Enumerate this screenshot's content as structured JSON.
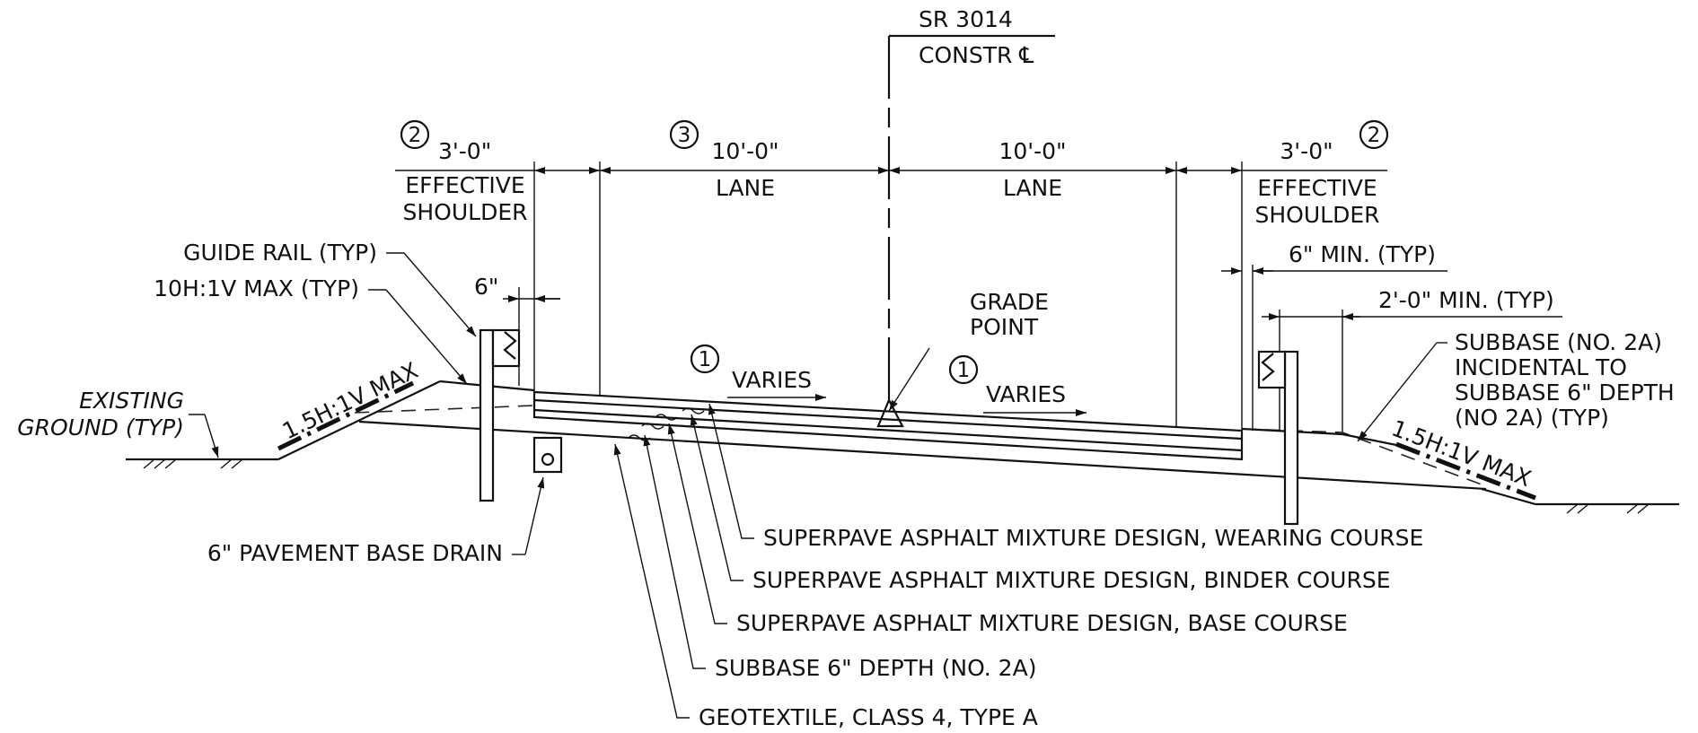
{
  "centerline": {
    "route": "SR 3014",
    "label": "CONSTR ℄"
  },
  "dimensions": {
    "left_shoulder": {
      "callout": "2",
      "value": "3'-0\"",
      "label_line1": "EFFECTIVE",
      "label_line2": "SHOULDER"
    },
    "left_lane": {
      "callout": "3",
      "value": "10'-0\"",
      "label": "LANE"
    },
    "right_lane": {
      "value": "10'-0\"",
      "label": "LANE"
    },
    "right_shoulder": {
      "callout": "2",
      "value": "3'-0\"",
      "label_line1": "EFFECTIVE",
      "label_line2": "SHOULDER"
    },
    "rail_offset": "6\"",
    "right_min_offset": "6\" MIN. (TYP)",
    "right_rail_min": "2'-0\" MIN. (TYP)"
  },
  "labels": {
    "guide_rail": "GUIDE RAIL (TYP)",
    "slope_max": "10H:1V MAX (TYP)",
    "existing_ground_line1": "EXISTING",
    "existing_ground_line2": "GROUND (TYP)",
    "left_slope": "1.5H:1V MAX",
    "right_slope": "1.5H:1V MAX",
    "grade_point_line1": "GRADE",
    "grade_point_line2": "POINT",
    "varies_left": "VARIES",
    "varies_right": "VARIES",
    "varies_callout": "1",
    "subbase_note_line1": "SUBBASE (NO. 2A)",
    "subbase_note_line2": "INCIDENTAL TO",
    "subbase_note_line3": "SUBBASE 6\" DEPTH",
    "subbase_note_line4": "(NO 2A) (TYP)",
    "base_drain": "6\" PAVEMENT BASE DRAIN"
  },
  "layers": [
    "SUPERPAVE ASPHALT MIXTURE DESIGN, WEARING COURSE",
    "SUPERPAVE ASPHALT MIXTURE DESIGN, BINDER COURSE",
    "SUPERPAVE ASPHALT MIXTURE DESIGN, BASE COURSE",
    "SUBBASE 6\" DEPTH (NO. 2A)",
    "GEOTEXTILE, CLASS 4, TYPE A"
  ]
}
